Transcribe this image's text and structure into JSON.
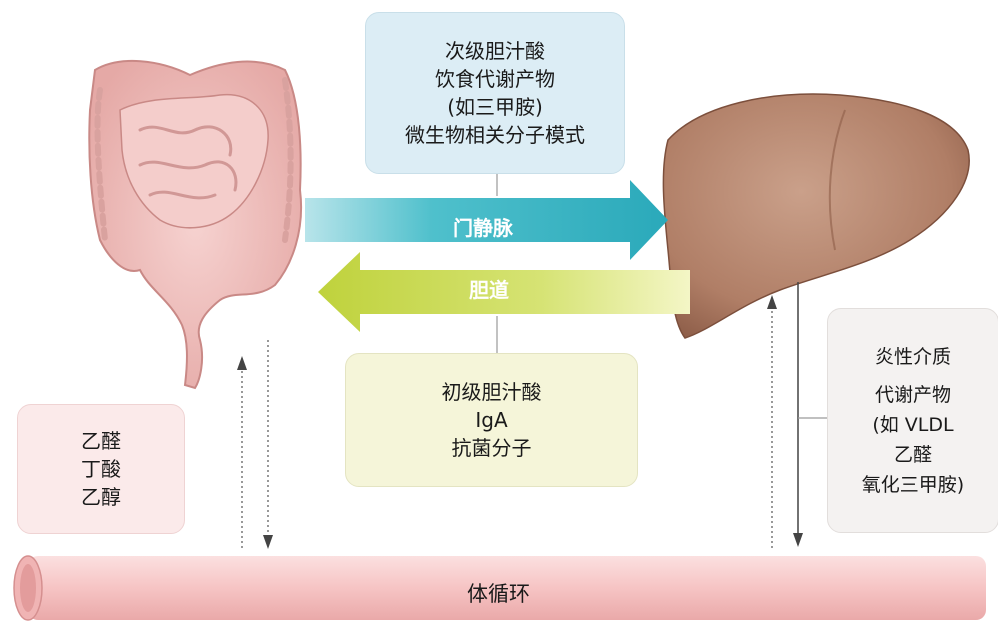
{
  "top_box": {
    "lines": [
      "次级胆汁酸",
      "饮食代谢产物",
      "(如三甲胺)",
      "微生物相关分子模式"
    ]
  },
  "portal_vein": {
    "label": "门静脉",
    "color": "#3fb6c4"
  },
  "bile_duct": {
    "label": "胆道",
    "color": "#c9dc52"
  },
  "middle_box": {
    "lines": [
      "初级胆汁酸",
      "IgA",
      "抗菌分子"
    ]
  },
  "left_box": {
    "lines": [
      "乙醛",
      "丁酸",
      "乙醇"
    ]
  },
  "right_box": {
    "lines": [
      "炎性介质",
      "代谢产物",
      "(如 VLDL",
      "乙醛",
      "氧化三甲胺)"
    ]
  },
  "circulation": {
    "label": "体循环",
    "color": "#f6c9c9"
  }
}
